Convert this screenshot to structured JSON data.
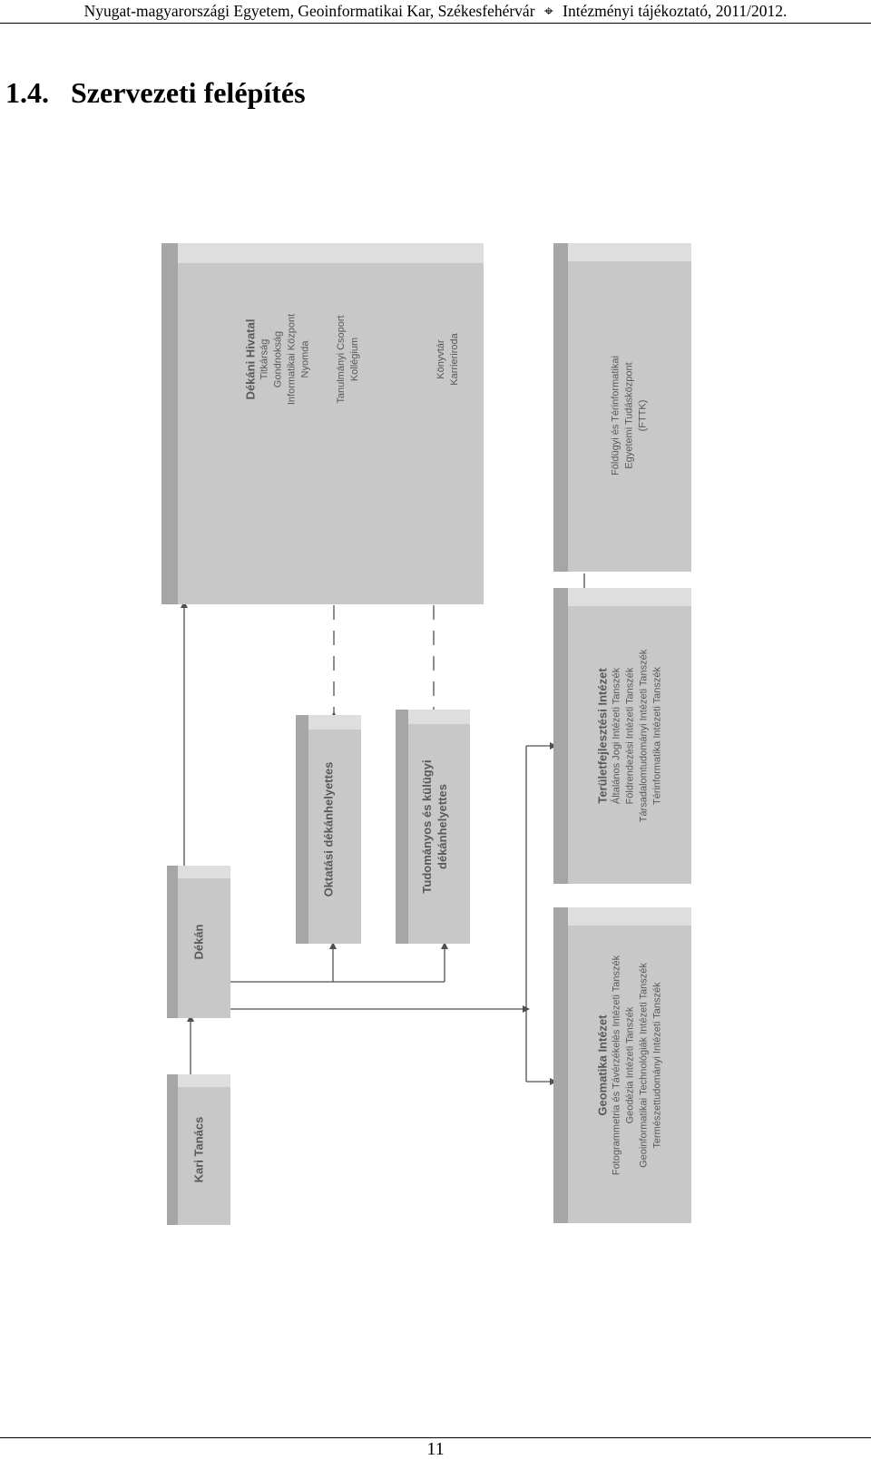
{
  "header": {
    "left": "Nyugat-magyarországi Egyetem, Geoinformatikai Kar, Székesfehérvár",
    "symbol": "⌖",
    "right": "Intézményi tájékoztató, 2011/2012."
  },
  "section": {
    "number": "1.4.",
    "title": "Szervezeti felépítés"
  },
  "org_chart": {
    "kari_tanacs": {
      "title": "Kari Tanács"
    },
    "dekan": {
      "title": "Dékán"
    },
    "dekani_hivatal": {
      "title": "Dékáni Hivatal",
      "items": [
        "Titkárság",
        "Gondnokság",
        "Informatikai Központ",
        "Nyomda"
      ],
      "group2": [
        "Tanulmányi Csoport",
        "Kollégium"
      ],
      "group3": [
        "Könyvtár",
        "Karrieriroda"
      ]
    },
    "oktatasi": {
      "title": "Oktatási dékánhelyettes"
    },
    "tudomanyos": {
      "title_line1": "Tudományos és külügyi",
      "title_line2": "dékánhelyettes"
    },
    "geomatika": {
      "title": "Geomatika Intézet",
      "items": [
        "Fotogrammetria és Távérzékelés Intézeti Tanszék",
        "Geodézia Intézeti Tanszék",
        "Geoinformatikai Technológiák Intézeti Tanszék",
        "Természettudományi Intézeti Tanszék"
      ]
    },
    "teruletfejlesztesi": {
      "title": "Területfejlesztési Intézet",
      "items": [
        "Általános Jogi Intézeti Tanszék",
        "Földrendezési Intézeti Tanszék",
        "Társadalomtudományi Intézeti Tanszék",
        "Térinformatika Intézeti Tanszék"
      ]
    },
    "fttk": {
      "title_line1": "Földügyi és Térinformatikai",
      "title_line2": "Egyetemi Tudásközpont",
      "title_line3": "(FTTK)"
    },
    "colors": {
      "box_face": "#c8c8c8",
      "box_text": "#595959",
      "connector": "#505050"
    }
  },
  "footer": {
    "page_number": "11"
  }
}
